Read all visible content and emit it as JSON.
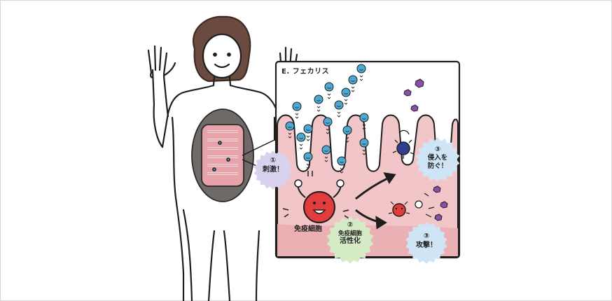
{
  "figure": {
    "bacteria_label": "E. フェカリス",
    "immune_cell_label": "免疫細胞"
  },
  "badges": [
    {
      "num": "①",
      "line1": "刺激！",
      "line2": "",
      "color": "#d9d2ef"
    },
    {
      "num": "②",
      "line1": "免疫細胞",
      "line2": "活性化",
      "color": "#d5ebc6"
    },
    {
      "num": "③",
      "line1": "侵入を",
      "line2": "防ぐ！",
      "color": "#cfe5f5"
    },
    {
      "num": "③",
      "line1": "攻撃！",
      "line2": "",
      "color": "#cfe5f5"
    }
  ],
  "colors": {
    "tissue": "#f2c6c8",
    "tissue_deep": "#e9a9ad",
    "bacteria": "#4ba9d2",
    "immune_cell": "#e23c3c",
    "pathogen_dark": "#2f3f8f",
    "pathogen_purple": "#8a4fa8",
    "hair": "#6b4a3f"
  }
}
